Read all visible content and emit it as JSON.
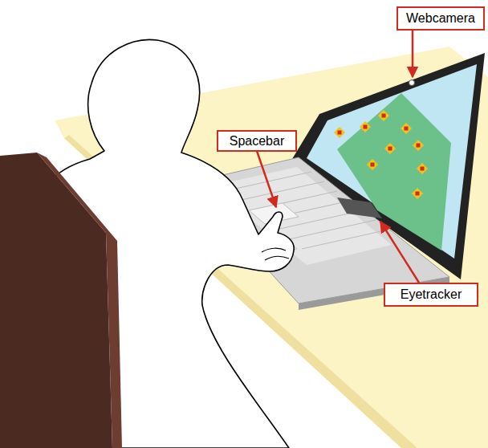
{
  "diagram": {
    "nodes": [
      {
        "text": [
          "Webcamera"
        ]
      },
      {
        "text": [
          "Spacebar"
        ]
      },
      {
        "text": [
          "Eyetracker"
        ]
      }
    ]
  }
}
